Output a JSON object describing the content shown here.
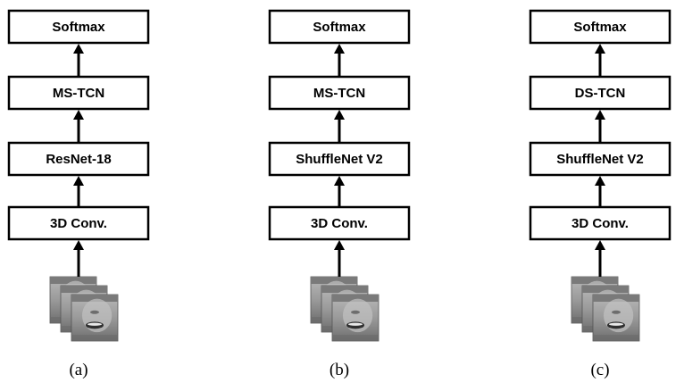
{
  "panels": [
    {
      "blocks": [
        "3D Conv.",
        "ResNet-18",
        "MS-TCN",
        "Softmax"
      ],
      "caption": "(a)",
      "input_icon": "face-frames-icon"
    },
    {
      "blocks": [
        "3D Conv.",
        "ShuffleNet V2",
        "MS-TCN",
        "Softmax"
      ],
      "caption": "(b)",
      "input_icon": "face-frames-icon"
    },
    {
      "blocks": [
        "3D Conv.",
        "ShuffleNet V2",
        "DS-TCN",
        "Softmax"
      ],
      "caption": "(c)",
      "input_icon": "face-frames-icon"
    }
  ]
}
